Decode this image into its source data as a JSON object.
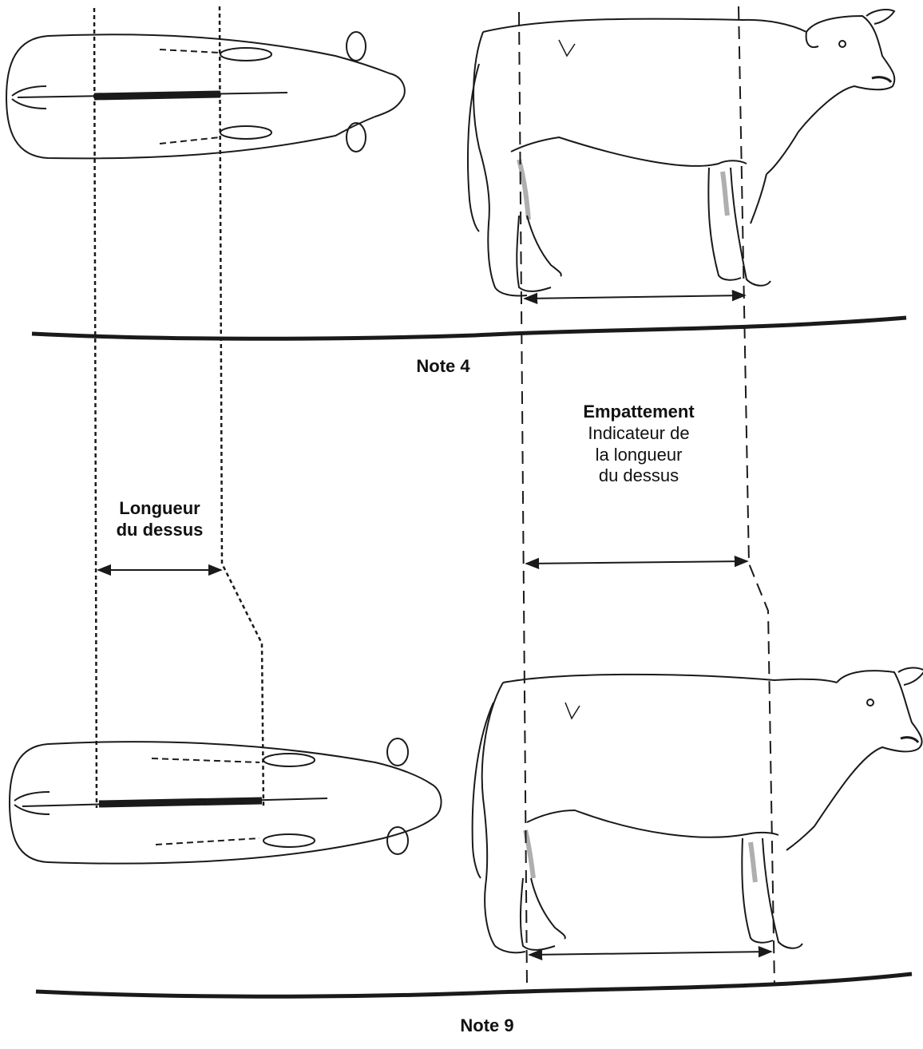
{
  "labels": {
    "note_top": "Note 4",
    "note_bottom": "Note 9",
    "longueur_title_line1": "Longueur",
    "longueur_title_line2": "du dessus",
    "empattement_title": "Empattement",
    "empattement_desc_line1": "Indicateur de",
    "empattement_desc_line2": "la longueur",
    "empattement_desc_line3": "du dessus"
  },
  "colors": {
    "ink": "#1a1a1a",
    "page": "#ffffff"
  }
}
